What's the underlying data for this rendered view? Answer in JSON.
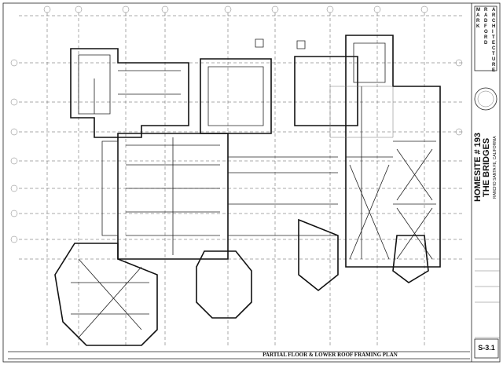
{
  "title_block": {
    "firm_letters": [
      "M A R K",
      "R A D F O R D",
      "A R C H I T E C T U R E"
    ],
    "project_title": "HOMESITE # 193",
    "project_subtitle": "THE BRIDGES",
    "location": "RANCHO SANTA FE, CALIFORNIA",
    "sheet_no": "S-3.1"
  },
  "drawing": {
    "title": "PARTIAL FLOOR & LOWER ROOF FRAMING PLAN"
  }
}
